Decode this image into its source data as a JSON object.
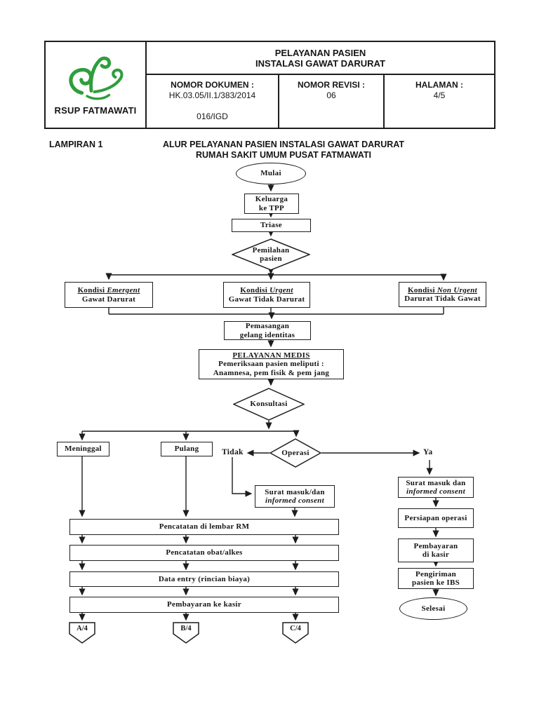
{
  "colors": {
    "logo_green": "#2f9e3c",
    "line": "#1d1d1d"
  },
  "header": {
    "logo_text": "RSUP FATMAWATI",
    "title_line1": "PELAYANAN PASIEN",
    "title_line2": "INSTALASI GAWAT DARURAT",
    "doc_label": "NOMOR DOKUMEN :",
    "doc_value1": "HK.03.05/II.1/383/2014",
    "doc_value2": "016/IGD",
    "rev_label": "NOMOR REVISI :",
    "rev_value": "06",
    "page_label": "HALAMAN :",
    "page_value": "4/5"
  },
  "attachment": {
    "label": "LAMPIRAN 1",
    "title_line1": "ALUR PELAYANAN PASIEN INSTALASI GAWAT DARURAT",
    "title_line2": "RUMAH SAKIT UMUM PUSAT FATMAWATI"
  },
  "flow": {
    "start": "Mulai",
    "tpp": {
      "l1": "Keluarga",
      "l2": "ke TPP"
    },
    "triase": "Triase",
    "pemilahan": {
      "l1": "Pemilahan",
      "l2": "pasien"
    },
    "emergent": {
      "t1": "Kondisi",
      "em": "Emergent",
      "l2": "Gawat Darurat"
    },
    "urgent": {
      "t1": "Kondisi",
      "em": "Urgent",
      "l2": "Gawat Tidak Darurat"
    },
    "non_urgent": {
      "t1": "Kondisi",
      "em": "Non Urgent",
      "l2": "Darurat Tidak Gawat"
    },
    "gelang": {
      "l1": "Pemasangan",
      "l2": "gelang identitas"
    },
    "medis": {
      "l1": "PELAYANAN MEDIS",
      "l2": "Pemeriksaan pasien meliputi :",
      "l3": "Anamnesa, pem fisik & pem jang"
    },
    "konsultasi": "Konsultasi",
    "meninggal": "Meninggal",
    "pulang": "Pulang",
    "operasi": "Operasi",
    "label_tidak": "Tidak",
    "label_ya": "Ya",
    "surat_center": {
      "l1": "Surat masuk/dan",
      "l2": "informed consent"
    },
    "surat_right": {
      "l1": "Surat masuk dan",
      "l2": "informed consent"
    },
    "persiapan": "Persiapan operasi",
    "pembayaran_kasir": {
      "l1": "Pembayaran",
      "l2": "di kasir"
    },
    "pengiriman_ibs": {
      "l1": "Pengiriman",
      "l2": "pasien ke IBS"
    },
    "selesai": "Selesai",
    "bar_rm": "Pencatatan di lembar RM",
    "bar_obat": "Pencatatan obat/alkes",
    "bar_data": "Data entry (rincian biaya)",
    "bar_bayar": "Pembayaran ke kasir",
    "conn_a": "A/4",
    "conn_b": "B/4",
    "conn_c": "C/4"
  }
}
